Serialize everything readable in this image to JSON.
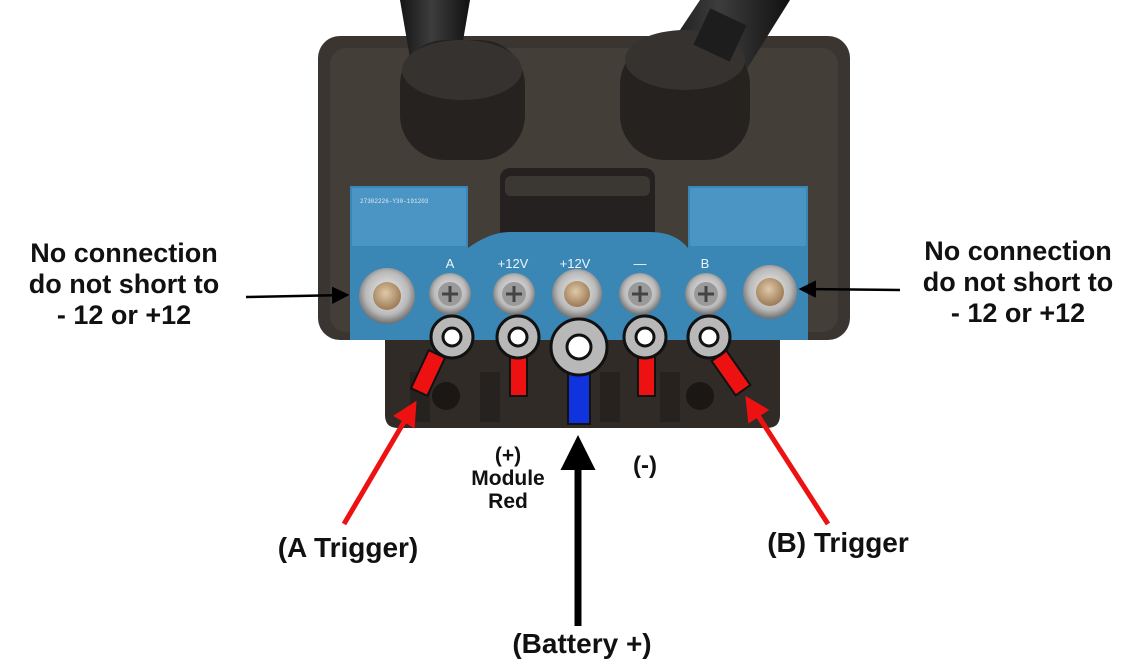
{
  "board": {
    "terminal_labels": [
      "A",
      "+12V",
      "+12V",
      "—",
      "B"
    ],
    "serial_text": "27302226-Y30-191203"
  },
  "labels": {
    "left_no_connection": [
      "No connection",
      "do not short to",
      "- 12 or +12"
    ],
    "right_no_connection": [
      "No connection",
      "do not short to",
      "- 12 or +12"
    ],
    "module_positive": [
      "(+)",
      "Module",
      "Red"
    ],
    "negative": "(-)",
    "a_trigger": "(A Trigger)",
    "b_trigger": "(B) Trigger",
    "battery_positive": "(Battery +)"
  },
  "colors": {
    "trigger_wire": "#ee1111",
    "battery_wire": "#1133dd",
    "pointer_arrow_red": "#ee1111",
    "pointer_arrow_black": "#000000",
    "circuit_board": "#3a86b5",
    "housing": "#3a3530"
  }
}
